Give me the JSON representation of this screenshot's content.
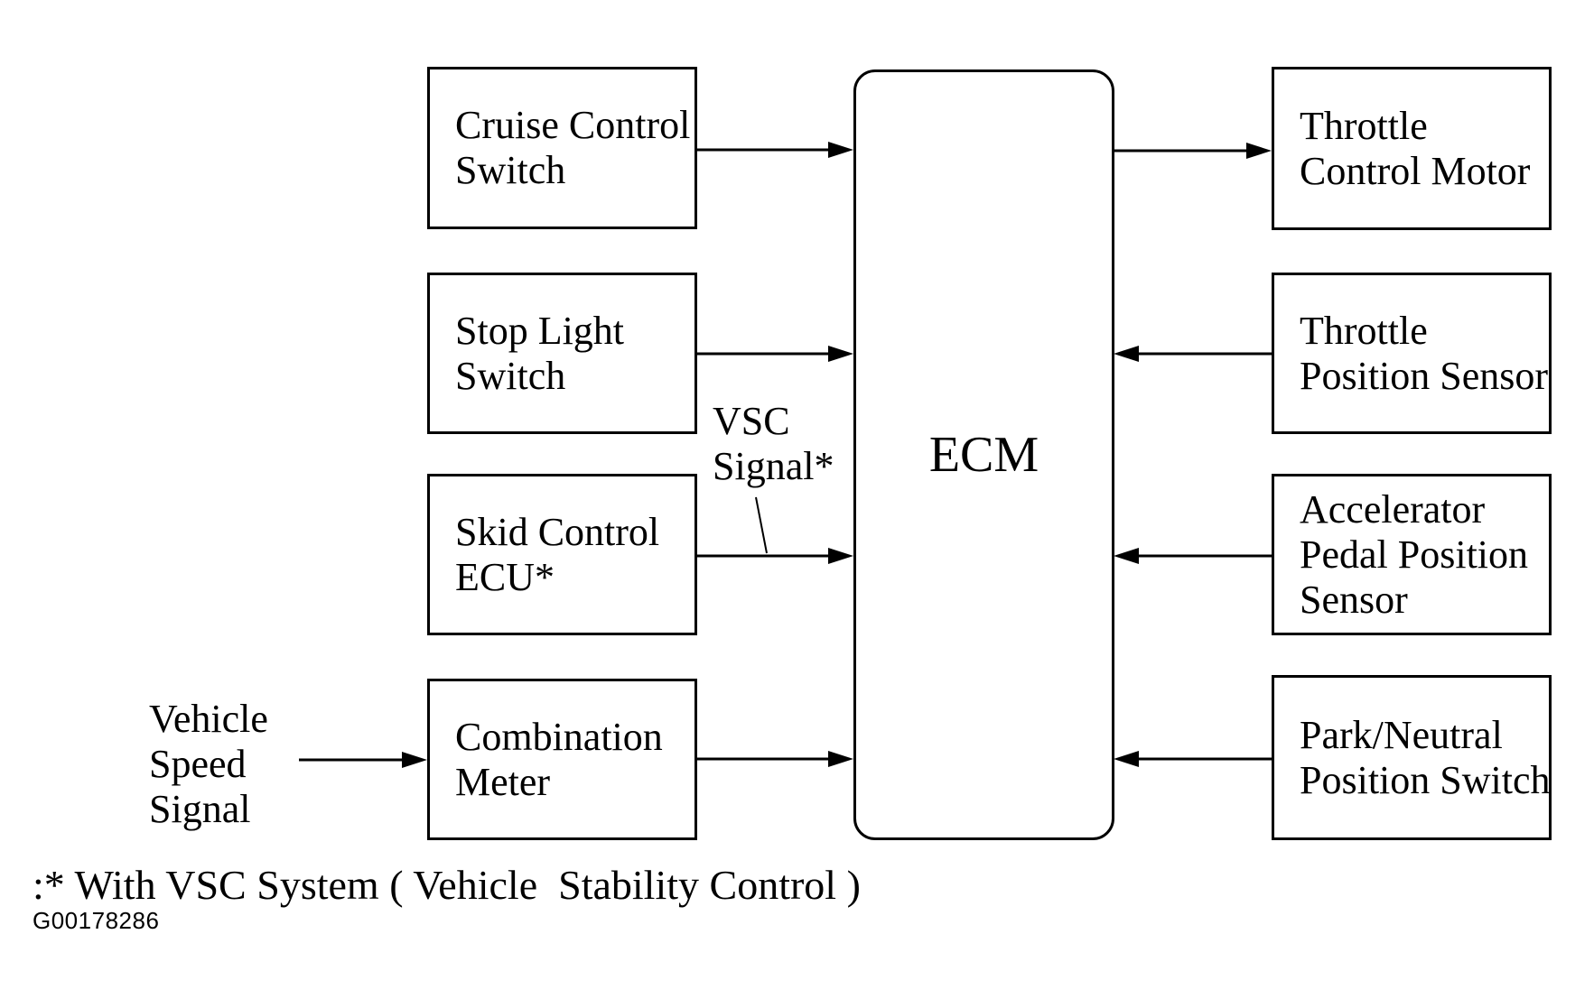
{
  "diagram": {
    "boxes": {
      "cruise_control_switch": {
        "line1": "Cruise Control",
        "line2": "Switch"
      },
      "stop_light_switch": {
        "line1": "Stop Light",
        "line2": "Switch"
      },
      "skid_control_ecu": {
        "line1": "Skid Control",
        "line2": "ECU*"
      },
      "combination_meter": {
        "line1": "Combination",
        "line2": "Meter"
      },
      "ecm": {
        "label": "ECM"
      },
      "throttle_control_motor": {
        "line1": "Throttle",
        "line2": "Control Motor"
      },
      "throttle_position_sensor": {
        "line1": "Throttle",
        "line2": "Position Sensor"
      },
      "accelerator_pedal_position_sensor": {
        "line1": "Accelerator",
        "line2": "Pedal Position",
        "line3": "Sensor"
      },
      "park_neutral_position_switch": {
        "line1": "Park/Neutral",
        "line2": "Position Switch"
      }
    },
    "floating_labels": {
      "vehicle_speed_signal": {
        "line1": "Vehicle",
        "line2": "Speed",
        "line3": "Signal"
      },
      "vsc_signal": {
        "line1": "VSC",
        "line2": "Signal*"
      }
    },
    "connections": [
      {
        "from": "Cruise Control Switch",
        "to": "ECM"
      },
      {
        "from": "Stop Light Switch",
        "to": "ECM"
      },
      {
        "from": "Skid Control ECU*",
        "to": "ECM",
        "label": "VSC Signal*"
      },
      {
        "from": "Combination Meter",
        "to": "ECM"
      },
      {
        "from": "Vehicle Speed Signal",
        "to": "Combination Meter"
      },
      {
        "from": "ECM",
        "to": "Throttle Control Motor"
      },
      {
        "from": "Throttle Position Sensor",
        "to": "ECM"
      },
      {
        "from": "Accelerator Pedal Position Sensor",
        "to": "ECM"
      },
      {
        "from": "Park/Neutral Position Switch",
        "to": "ECM"
      }
    ],
    "footnote": ":* With VSC System ( Vehicle  Stability Control )",
    "figure_id": "G00178286",
    "colors": {
      "line": "#000000",
      "background": "#ffffff"
    }
  }
}
